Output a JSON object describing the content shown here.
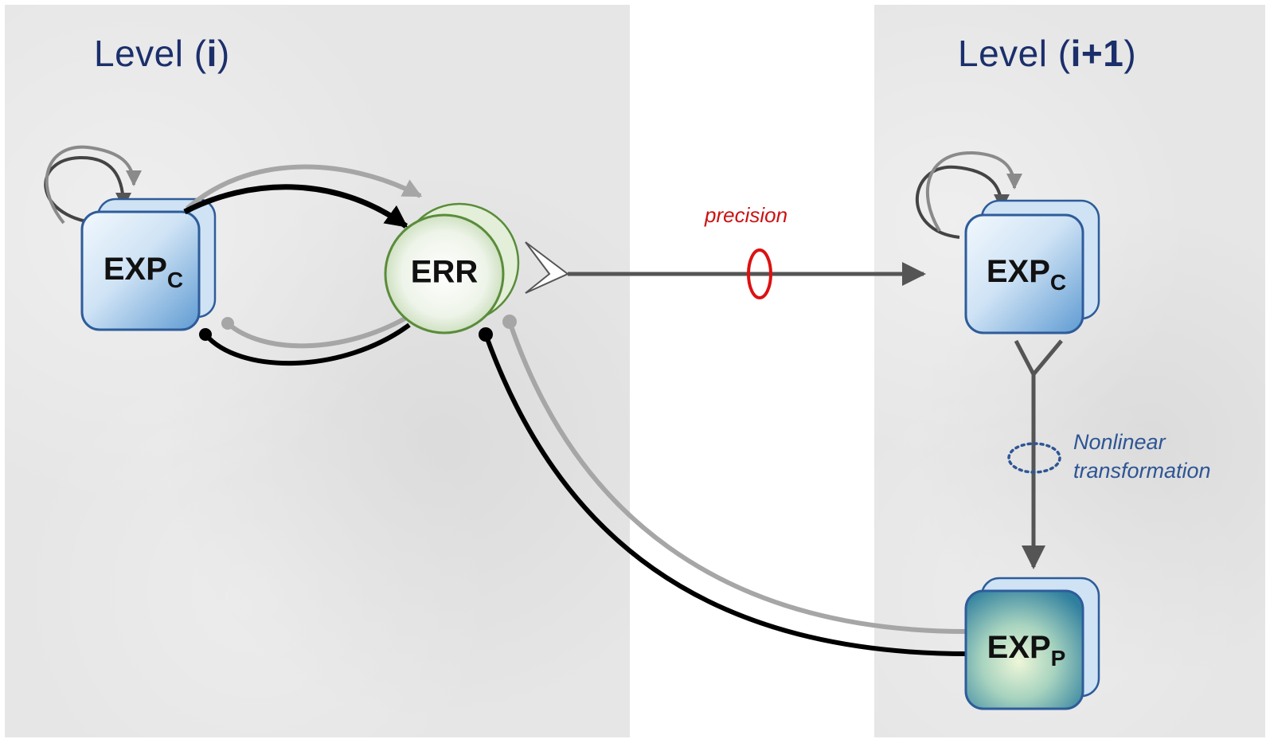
{
  "levels": {
    "left": {
      "prefix": "Level (",
      "index": "i",
      "suffix": ")"
    },
    "right": {
      "prefix": "Level (",
      "index": "i+1",
      "suffix": ")"
    }
  },
  "nodes": {
    "exp_c_left": {
      "main": "EXP",
      "sub": "C"
    },
    "err": {
      "main": "ERR"
    },
    "exp_c_right": {
      "main": "EXP",
      "sub": "C"
    },
    "exp_p": {
      "main": "EXP",
      "sub": "P"
    }
  },
  "annotations": {
    "precision": "precision",
    "nonlinear_line1": "Nonlinear",
    "nonlinear_line2": "transformation"
  },
  "colors": {
    "panel": "#e6e6e6",
    "title": "#1b2f6b",
    "exp_border": "#2e5c9a",
    "exp_fill": "#cfe3f5",
    "err_border": "#5a8c3a",
    "err_fill": "#e3efd9",
    "precision": "#cc1111",
    "nonlinear": "#2d5594",
    "arrow_dark": "#555555",
    "arrow_black": "#000000",
    "arrow_gray": "#a6a6a6"
  }
}
